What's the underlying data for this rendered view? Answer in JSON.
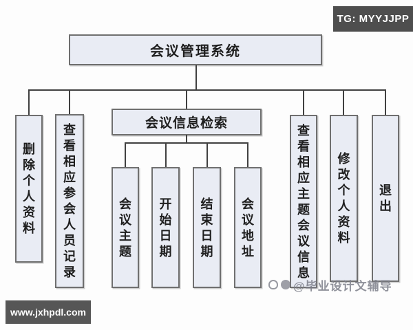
{
  "tree": {
    "root": "会议管理系统",
    "branches": [
      {
        "label": "删除个人资料"
      },
      {
        "label": "查看相应参会人员记录"
      },
      {
        "label": "会议信息检索",
        "children": [
          "会议主题",
          "开始日期",
          "结束日期",
          "会议地址"
        ]
      },
      {
        "label": "查看相应主题会议信息"
      },
      {
        "label": "修改个人资料"
      },
      {
        "label": "退出"
      }
    ]
  },
  "badges": {
    "top_right": "TG: MYYJJPP",
    "bottom_left": "www.jxhpdl.com"
  },
  "watermark": {
    "text": "@毕业设计文辅导"
  },
  "colors": {
    "node_fill": "#e9ecf4",
    "node_border": "#6f6f6f",
    "connector": "#404040",
    "badge_bg": "#4e4e4e",
    "badge_text": "#ffffff",
    "background": "#fdfdfd"
  }
}
